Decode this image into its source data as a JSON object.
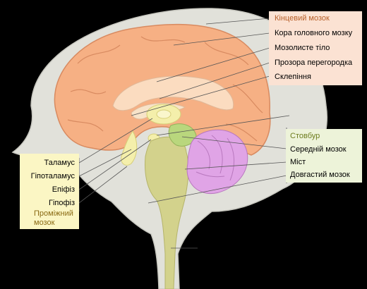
{
  "labels": {
    "telencephalon": {
      "heading": "Кінцевий мозок",
      "items": [
        "Кора головного мозку",
        "Мозолисте тіло",
        "Прозора перегородка",
        "Склепіння"
      ]
    },
    "brainstem": {
      "heading": "Стовбур",
      "items": [
        "Середній мозок",
        "Міст",
        "Довгастий мозок"
      ]
    },
    "diencephalon": {
      "heading": "Проміжний мозок",
      "heading_lines": [
        "Проміжний",
        "мозок"
      ],
      "items": [
        "Таламус",
        "Гіпоталамус",
        "Епіфіз",
        "Гіпофіз"
      ]
    }
  },
  "colors": {
    "background": "#000000",
    "skull": "#e1e1da",
    "cortex": "#f6b084",
    "corpus_callosum": "#fbdcc0",
    "brainstem": "#d3d28c",
    "midbrain": "#b9d77d",
    "cerebellum": "#e0a4e6",
    "thalamus": "#f4efab",
    "label_box_orange": "#fbe2d3",
    "label_box_green": "#edf3d9",
    "label_box_yellow": "#fbf6c4"
  }
}
